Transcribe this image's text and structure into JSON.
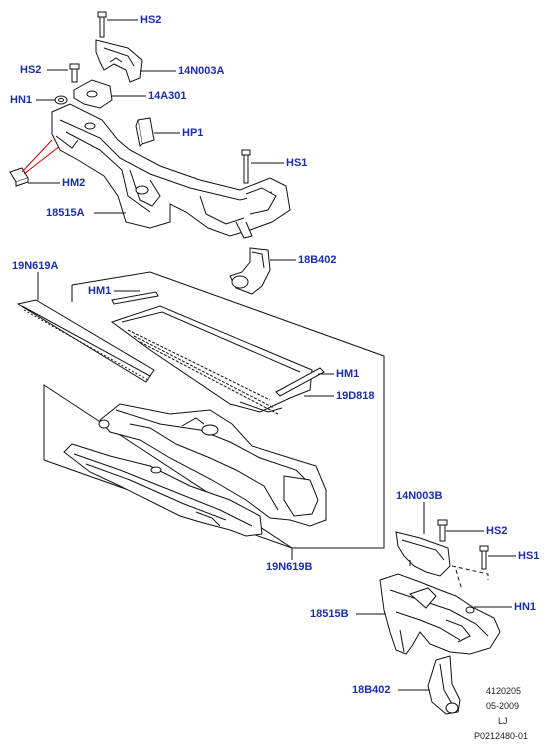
{
  "labels": {
    "hs2_top": "HS2",
    "hs2_left": "HS2",
    "n14n003a": "14N003A",
    "hn1_left": "HN1",
    "n14a301": "14A301",
    "hp1": "HP1",
    "hs1_top": "HS1",
    "hm2": "HM2",
    "n18515a": "18515A",
    "n18b402_top": "18B402",
    "n19n619a": "19N619A",
    "hm1_left": "HM1",
    "hm1_right": "HM1",
    "n19d818": "19D818",
    "n19n619b": "19N619B",
    "n14n003b": "14N003B",
    "hs2_bottom": "HS2",
    "hs1_bottom": "HS1",
    "n18515b": "18515B",
    "hn1_bottom": "HN1",
    "n18b402_bottom": "18B402"
  },
  "info": {
    "line1": "4120205",
    "line2": "05-2009",
    "line3": "LJ",
    "line4": "P0212480-01"
  },
  "colors": {
    "label": "#1a2ea8",
    "line": "#111111",
    "leader_red": "#cc0000"
  }
}
